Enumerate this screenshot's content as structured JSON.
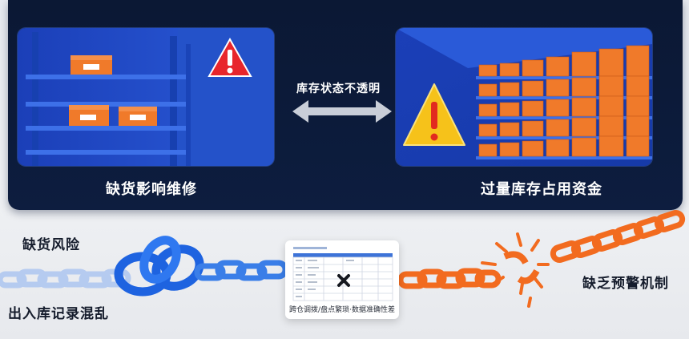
{
  "top": {
    "left_caption": "缺货影响维修",
    "right_caption": "过量库存占用资金",
    "middle_label": "库存状态不透明"
  },
  "bottom": {
    "left_label_top": "缺货风险",
    "left_label_bottom": "出入库记录混乱",
    "right_label": "缺乏预警机制",
    "doc_caption": "跨仓调拨/盘点繁琐·数据准确性差"
  },
  "icons": {
    "left_warning": "warning-red-icon",
    "right_warning": "warning-yellow-icon",
    "double_arrow": "double-arrow-icon",
    "x_mark": "x-mark-icon"
  },
  "colors": {
    "blue_chain": "#1e63e0",
    "orange_chain": "#f26b1f",
    "panel_bg": "#0b1834"
  }
}
